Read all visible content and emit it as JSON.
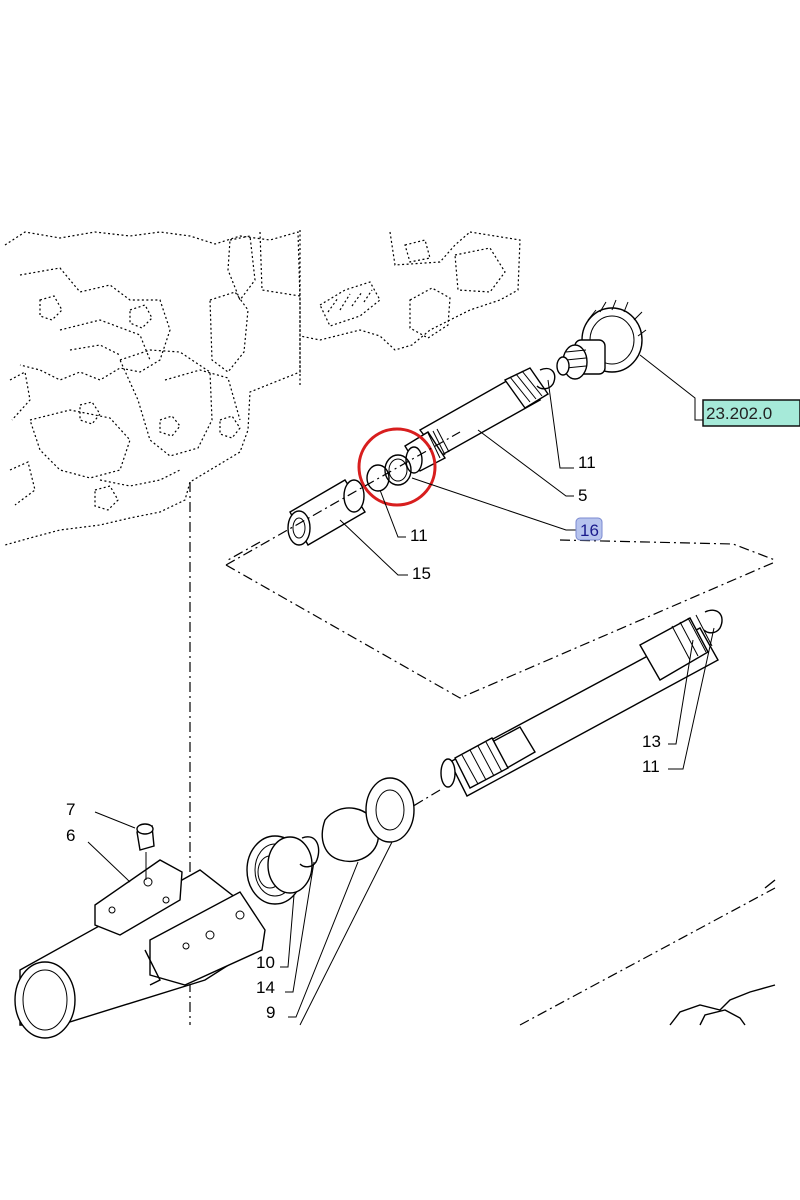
{
  "diagram": {
    "labels": {
      "l11a": "11",
      "l5": "5",
      "l16": "16",
      "l11b": "11",
      "l15": "15",
      "l13": "13",
      "l11c": "11",
      "l7": "7",
      "l6": "6",
      "l10": "10",
      "l14": "14",
      "l9": "9"
    },
    "reference": "23.202.0",
    "colors": {
      "highlight_circle": "#d81e1e",
      "callout_fill": "#b7c4ee",
      "reference_fill": "#a6ead9",
      "reference_border": "#111111"
    }
  }
}
